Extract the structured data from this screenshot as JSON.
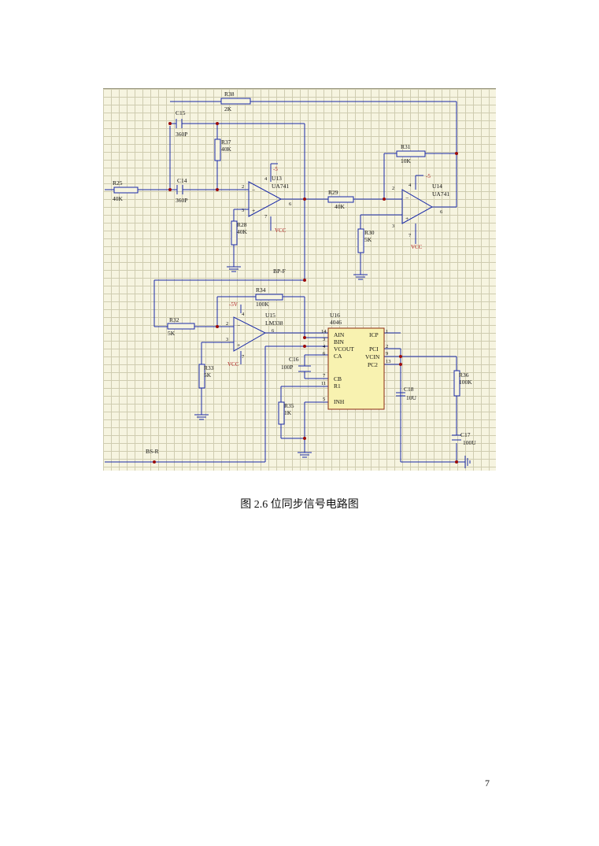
{
  "figure": {
    "caption": "图 2.6 位同步信号电路图",
    "components": {
      "r38": {
        "ref": "R38",
        "value": "2K"
      },
      "c15": {
        "ref": "C15",
        "value": "360P"
      },
      "r37": {
        "ref": "R37",
        "value": "40K"
      },
      "r25": {
        "ref": "R25",
        "value": "40K"
      },
      "c14": {
        "ref": "C14",
        "value": "360P"
      },
      "r28": {
        "ref": "R28",
        "value": "40K"
      },
      "u13": {
        "ref": "U13",
        "part": "UA741",
        "supply_neg": "-5",
        "supply_pos": "VCC"
      },
      "r29": {
        "ref": "R29",
        "value": "40K"
      },
      "r31": {
        "ref": "R31",
        "value": "10K"
      },
      "u14": {
        "ref": "U14",
        "part": "UA741",
        "supply_neg": "-5",
        "supply_pos": "VCC"
      },
      "r30": {
        "ref": "R30",
        "value": "5K"
      },
      "r34": {
        "ref": "R34",
        "value": "100K"
      },
      "u15": {
        "ref": "U15",
        "part": "LM338",
        "supply_neg": "-5V",
        "supply_pos": "VCC"
      },
      "r32": {
        "ref": "R32",
        "value": "5K"
      },
      "r33": {
        "ref": "R33",
        "value": "5K"
      },
      "u16": {
        "ref": "U16",
        "part": "4046"
      },
      "c16": {
        "ref": "C16",
        "value": "100P"
      },
      "r35": {
        "ref": "R35",
        "value": "1K"
      },
      "c18": {
        "ref": "C18",
        "value": "10U"
      },
      "r36": {
        "ref": "R36",
        "value": "100K"
      },
      "c17": {
        "ref": "C17",
        "value": "100U"
      }
    },
    "net_labels": {
      "bpf": "BP-F",
      "bsr": "BS-R"
    },
    "u16_pins_left": [
      "AIN",
      "BIN",
      "VCOUT",
      "CA",
      "CB",
      "R1",
      "INH"
    ],
    "u16_pins_right": [
      "ICP",
      "PCI",
      "VCIN",
      "PC2"
    ],
    "pin_numbers": {
      "u13": [
        "2",
        "3",
        "6",
        "4",
        "7"
      ],
      "u14": [
        "2",
        "3",
        "6",
        "4",
        "7"
      ],
      "u15": [
        "2",
        "3",
        "6",
        "4",
        "7"
      ],
      "u16_left": [
        "14",
        "3",
        "4",
        "6",
        "7",
        "11",
        "5"
      ],
      "u16_right": [
        "1",
        "2",
        "9",
        "13"
      ]
    }
  },
  "page_number": "7"
}
